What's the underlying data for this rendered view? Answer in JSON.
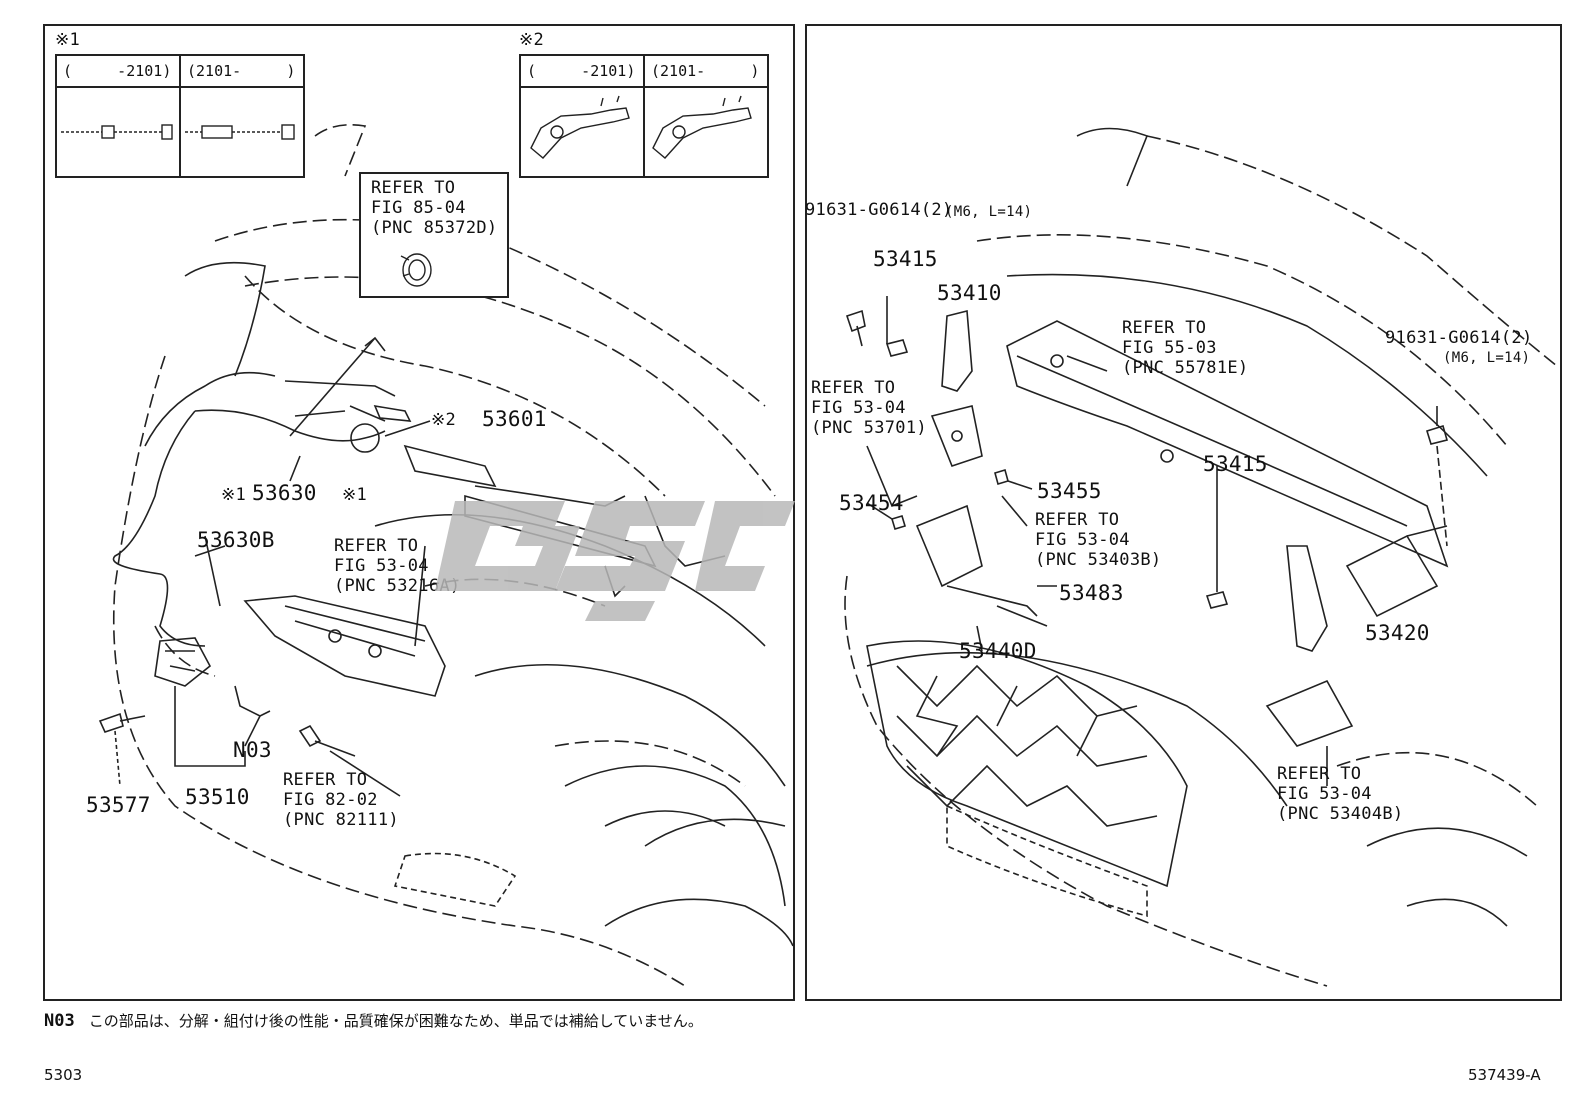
{
  "marks": {
    "variant1": "※1",
    "variant2": "※2"
  },
  "variant_table_1": {
    "col1": "(     -2101)",
    "col2": "(2101-     )"
  },
  "variant_table_2": {
    "col1": "(     -2101)",
    "col2": "(2101-     )"
  },
  "left_panel": {
    "refer_85_04": [
      "REFER TO",
      "FIG 85-04",
      "(PNC 85372D)"
    ],
    "label_53601": "53601",
    "mark_53601": "※2",
    "label_53630": "53630",
    "mark_53630": "※1",
    "mark_circle": "※1",
    "label_53630b": "53630B",
    "refer_53_04_a": [
      "REFER TO",
      "FIG 53-04",
      "(PNC 53216A)"
    ],
    "label_n03": "N03",
    "label_53577": "53577",
    "label_53510": "53510",
    "refer_82_02": [
      "REFER TO",
      "FIG 82-02",
      "(PNC 82111)"
    ]
  },
  "right_panel": {
    "bolt_top_left": "91631-G0614(2)",
    "bolt_top_left_spec": "(M6, L=14)",
    "label_53415_a": "53415",
    "label_53410": "53410",
    "refer_55_03": [
      "REFER TO",
      "FIG 55-03",
      "(PNC 55781E)"
    ],
    "bolt_top_right": "91631-G0614(2)",
    "bolt_top_right_spec": "(M6, L=14)",
    "refer_53_04_b": [
      "REFER TO",
      "FIG 53-04",
      "(PNC 53701)"
    ],
    "label_53415_b": "53415",
    "label_53455": "53455",
    "label_53454": "53454",
    "refer_53_04_c": [
      "REFER TO",
      "FIG 53-04",
      "(PNC 53403B)"
    ],
    "label_53483": "53483",
    "label_53440d": "53440D",
    "label_53420": "53420",
    "refer_53_04_d": [
      "REFER TO",
      "FIG 53-04",
      "(PNC 53404B)"
    ]
  },
  "footer": {
    "note_code": "N03",
    "note_text": "この部品は、分解・組付け後の性能・品質確保が困難なため、単品では補給していません。",
    "page_code": "5303",
    "figure_id": "537439-A"
  },
  "colors": {
    "line": "#222222",
    "watermark": "#b8b8b8"
  }
}
